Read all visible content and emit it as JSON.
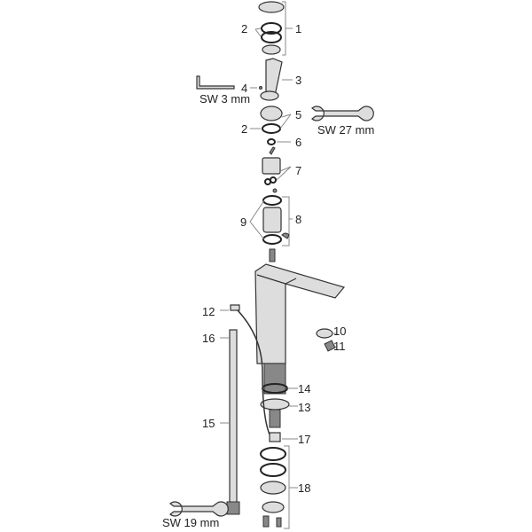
{
  "labels": {
    "p1": "1",
    "p2a": "2",
    "p2b": "2",
    "p3": "3",
    "p4": "4",
    "p5": "5",
    "p6": "6",
    "p7": "7",
    "p8": "8",
    "p9": "9",
    "p10": "10",
    "p11": "11",
    "p12": "12",
    "p13": "13",
    "p14": "14",
    "p15": "15",
    "p16": "16",
    "p17": "17",
    "p18": "18"
  },
  "tools": {
    "sw3": "SW 3 mm",
    "sw27": "SW 27 mm",
    "sw19": "SW 19 mm"
  }
}
